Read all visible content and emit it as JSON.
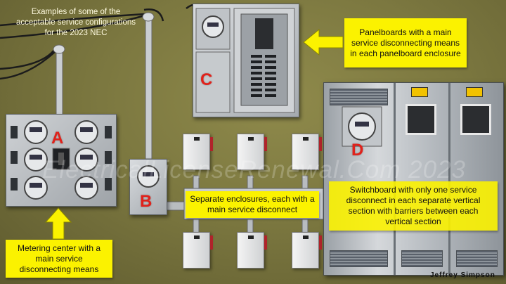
{
  "intro_caption": "Examples of some of the acceptable service configurations for the 2023 NEC",
  "labels": {
    "a": "A",
    "b": "B",
    "c": "C",
    "d": "D"
  },
  "callouts": {
    "panelboards": "Panelboards with a main service disconnecting means in each panelboard enclosure",
    "separate_enclosures": "Separate enclosures, each with a main service disconnect",
    "switchboard": "Switchboard with only one service disconnect in each separate vertical section with barriers between each vertical section",
    "metering_center": "Metering center with a main service disconnecting means"
  },
  "watermark": "ElectricalLicenseRenewal.Com 2023",
  "signature": "Jeffrey Simpson",
  "colors": {
    "callout_fill": "#fbf200",
    "letter_red": "#e0221b",
    "arrow_fill": "#fbf200"
  },
  "icons": [
    "service-mast-icon",
    "electric-meter-icon",
    "breaker-panel-icon",
    "disconnect-switch-icon",
    "switchboard-icon",
    "arrow-icon"
  ]
}
